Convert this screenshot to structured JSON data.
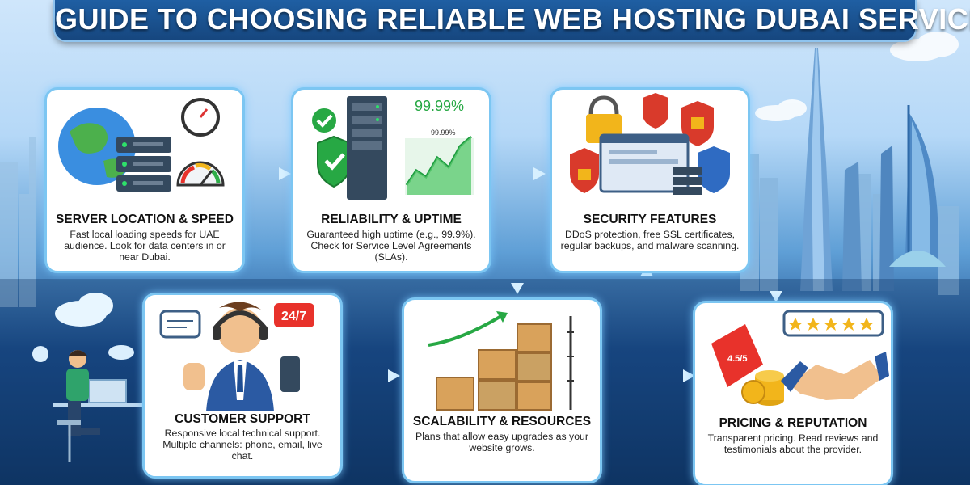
{
  "title": "GUIDE TO CHOOSING RELIABLE WEB HOSTING DUBAI SERVICES",
  "cards": [
    {
      "title": "SERVER LOCATION & SPEED",
      "description": "Fast local loading speeds for UAE audience. Look for data centers in or near Dubai."
    },
    {
      "title": "RELIABILITY & UPTIME",
      "description": "Guaranteed high uptime (e.g., 99.9%). Check for Service Level Agreements (SLAs).",
      "badge_large": "99.99%",
      "badge_small": "99.99%"
    },
    {
      "title": "SECURITY FEATURES",
      "description": "DDoS protection, free SSL certificates, regular backups, and malware scanning."
    },
    {
      "title": "CUSTOMER SUPPORT",
      "description": "Responsive local technical support. Multiple channels: phone, email, live chat.",
      "badge": "24/7"
    },
    {
      "title": "SCALABILITY & RESOURCES",
      "description": "Plans that allow easy upgrades as your website grows."
    },
    {
      "title": "PRICING & REPUTATION",
      "description": "Transparent pricing. Read reviews and testimonials about the provider.",
      "badge": "4.5/5"
    }
  ],
  "colors": {
    "accent": "#7cc6f2",
    "banner": "#1a4f8b",
    "success": "#27a844",
    "danger": "#d93a2b",
    "gold": "#f2b51b"
  }
}
